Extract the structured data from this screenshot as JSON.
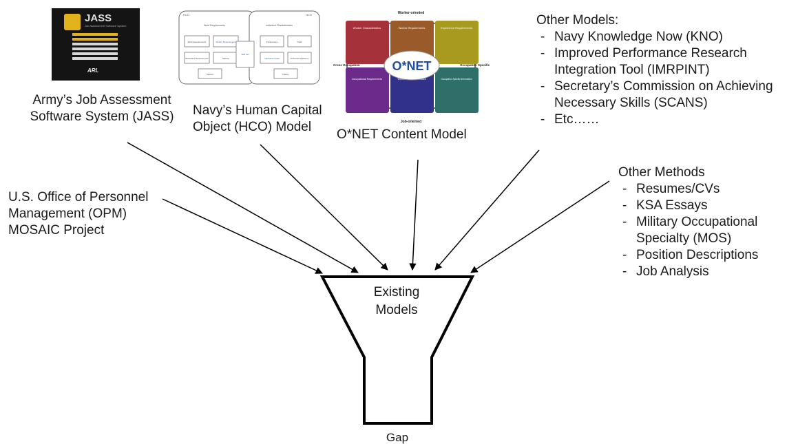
{
  "thumbnails": {
    "jass": {
      "title": "JASS",
      "subtitle": "Job Assessment Software System",
      "menu_items": [
        "",
        "",
        "",
        "",
        "",
        ""
      ],
      "footer_logo": "ARL"
    },
    "hco": {
      "left_tag": "HCO",
      "right_tag": "HCO",
      "left_header": "Work Requirements",
      "right_header": "Individual Characteristics",
      "left_boxes": [
        "Work Requirements",
        "Worker Requirements",
        "Workplace Requirements",
        "Metrics",
        "Metrics"
      ],
      "right_boxes": [
        "Preferences",
        "Traits",
        "Individual Profile",
        "Professional History",
        "History"
      ],
      "center_box": "Skill Set"
    },
    "onet": {
      "top_label": "Worker-oriented",
      "bottom_label": "Job-oriented",
      "left_label": "Cross Occupation",
      "right_label": "Occupation Specific",
      "logo": "O*NET",
      "tiles": [
        {
          "title": "Worker Characteristics",
          "color": "#a5323b"
        },
        {
          "title": "Worker Requirements",
          "color": "#9a5a2a"
        },
        {
          "title": "Experience Requirements",
          "color": "#a89a1f"
        },
        {
          "title": "Occupational Requirements",
          "color": "#6c2b8a"
        },
        {
          "title": "Workforce Characteristics",
          "color": "#31308a"
        },
        {
          "title": "Occupation-Specific Information",
          "color": "#2f6f6a"
        }
      ]
    }
  },
  "labels": {
    "jass": [
      "Army’s Job Assessment",
      "Software System (JASS)"
    ],
    "hco": [
      "Navy’s Human Capital",
      "Object (HCO) Model"
    ],
    "onet": "O*NET Content Model",
    "opm": [
      "U.S. Office of Personnel",
      "Management (OPM)",
      "MOSAIC Project"
    ]
  },
  "other_models": {
    "heading": "Other Models:",
    "items": [
      [
        "Navy Knowledge Now (KNO)"
      ],
      [
        "Improved Performance Research",
        "Integration Tool (IMRPINT)"
      ],
      [
        "Secretary’s Commission on Achieving",
        "Necessary Skills (SCANS)"
      ],
      [
        "Etc……"
      ]
    ]
  },
  "other_methods": {
    "heading": "Other Methods",
    "items": [
      [
        "Resumes/CVs"
      ],
      [
        "KSA Essays"
      ],
      [
        "Military Occupational",
        "Specialty (MOS)"
      ],
      [
        "Position Descriptions"
      ],
      [
        "Job Analysis"
      ]
    ]
  },
  "funnel": {
    "label": [
      "Existing",
      "Models"
    ],
    "bottom_label": "Gap"
  },
  "colors": {
    "ink": "#000000",
    "text": "#1a1a1a",
    "jass_bg": "#111111",
    "jass_accent": "#e3b31b"
  }
}
